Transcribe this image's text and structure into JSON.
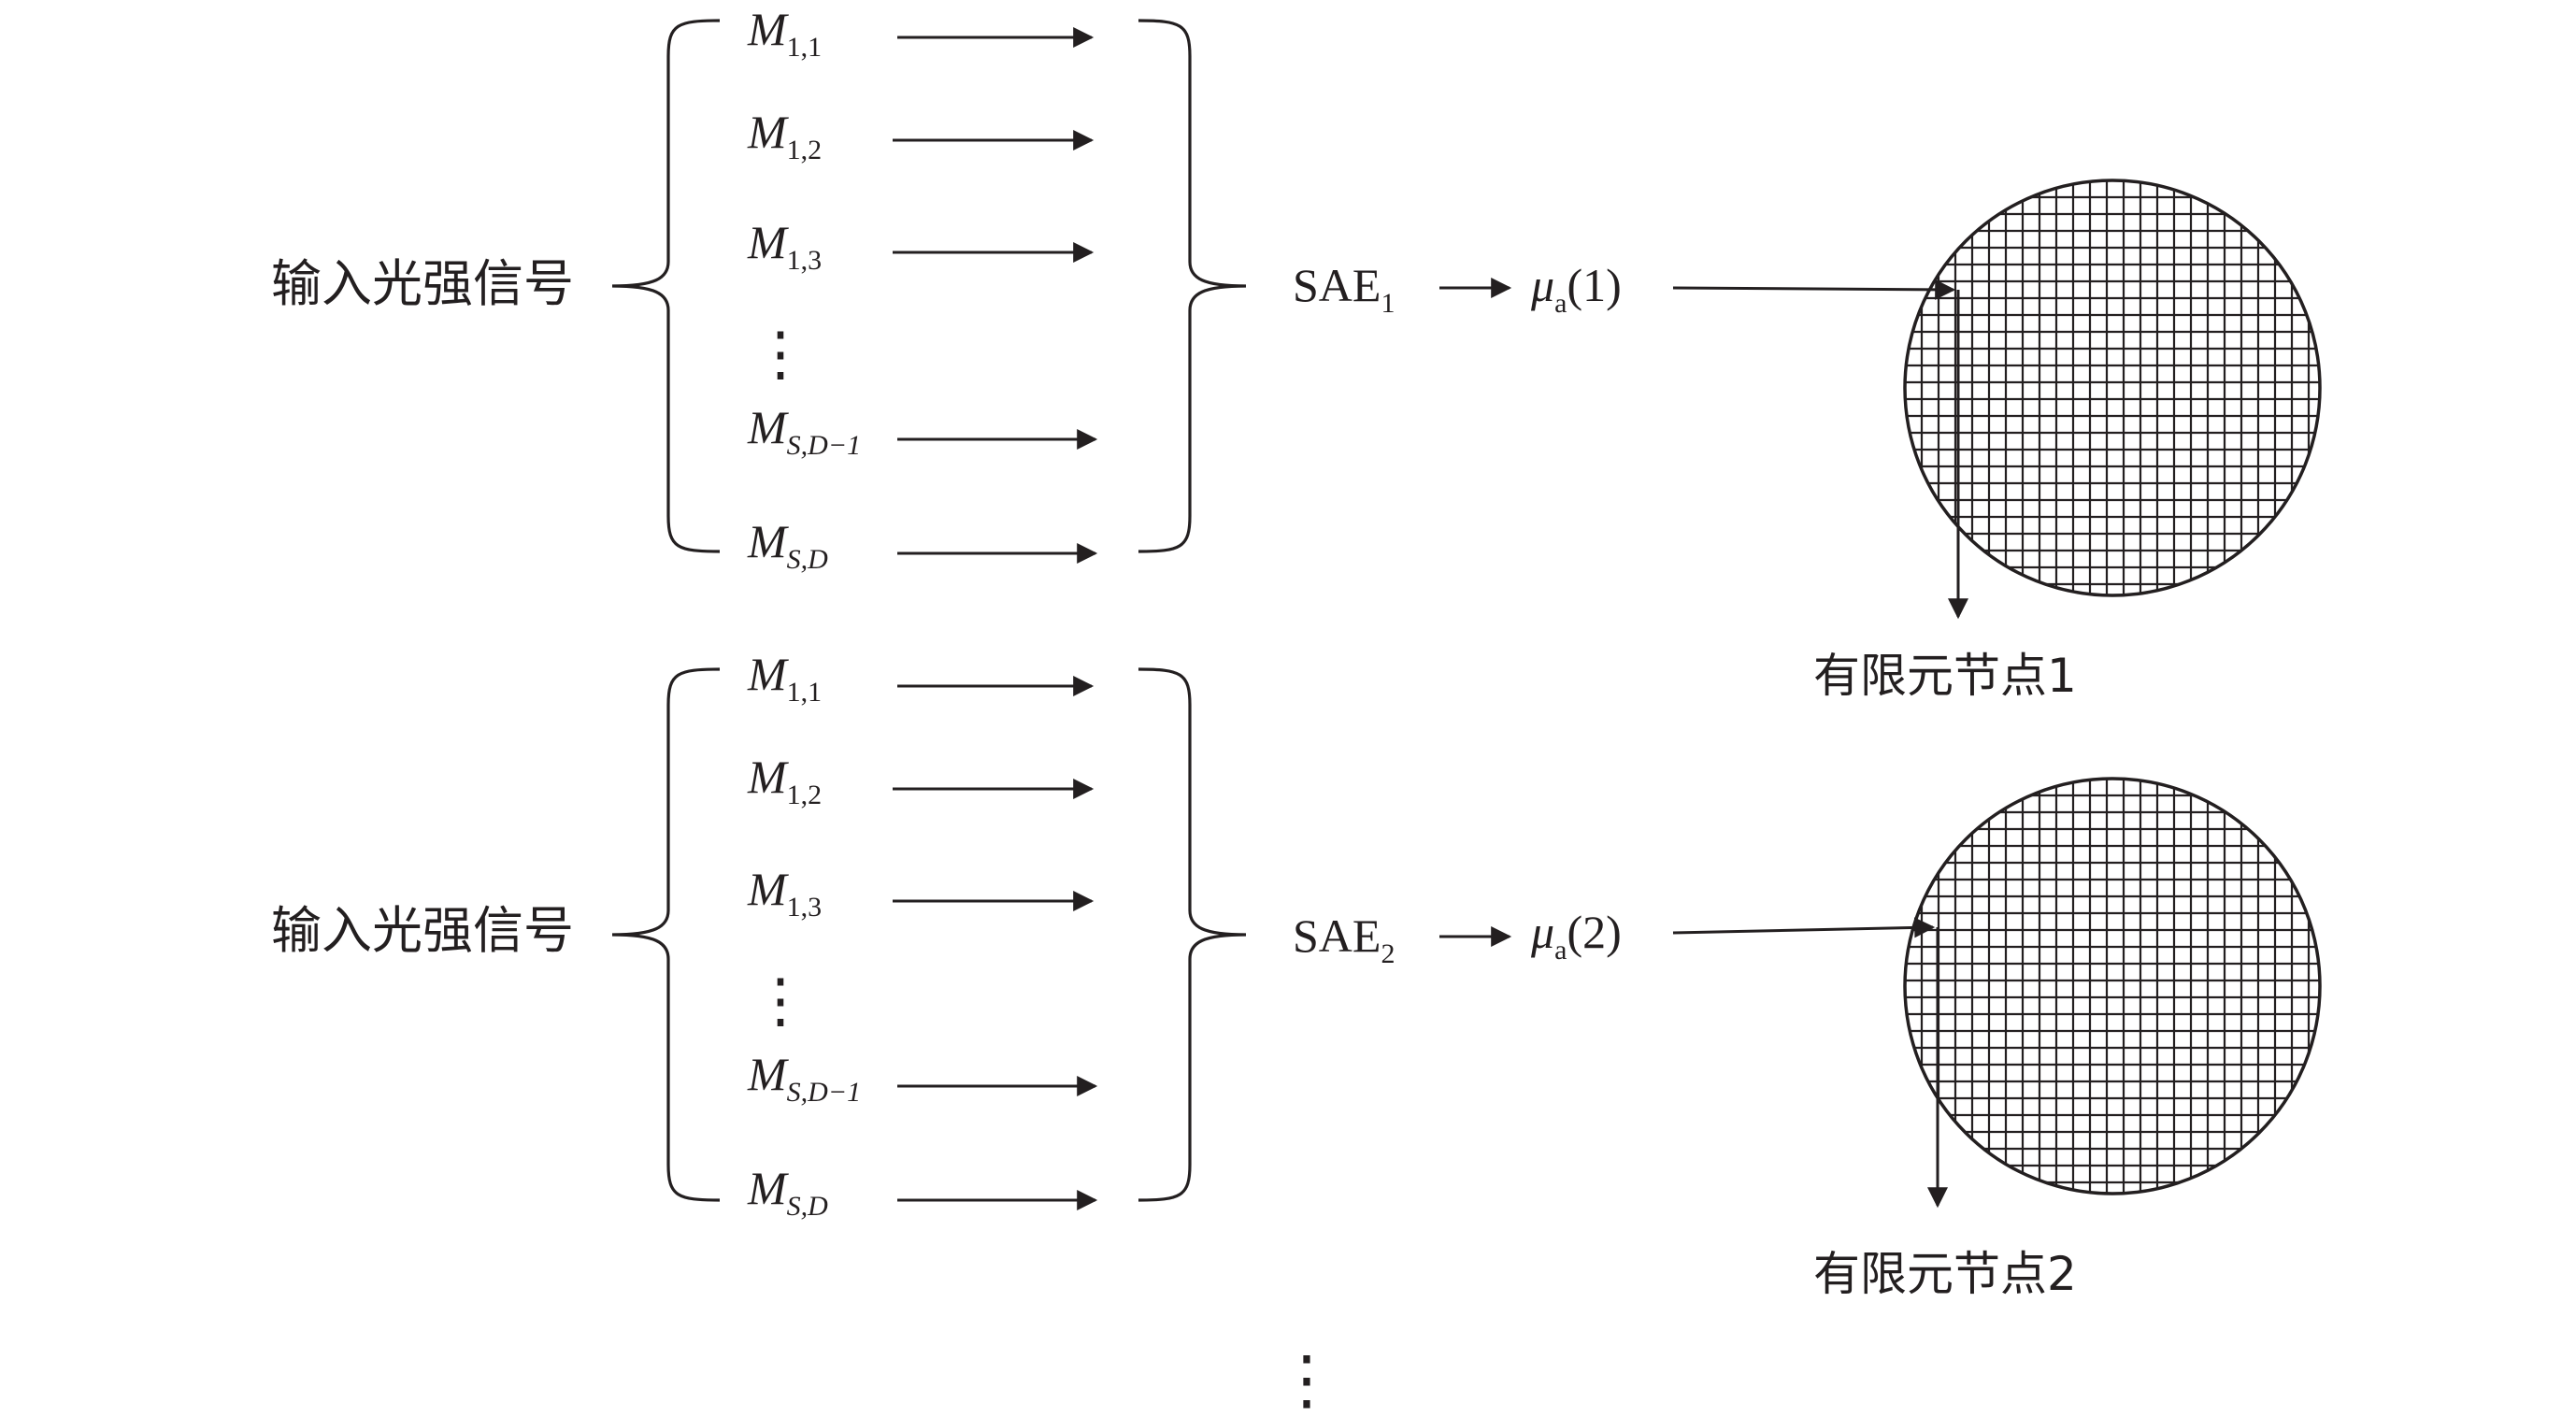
{
  "blocks": [
    {
      "input_label": "输入光强信号",
      "measurements": [
        {
          "base": "M",
          "sub": "1,1"
        },
        {
          "base": "M",
          "sub": "1,2"
        },
        {
          "base": "M",
          "sub": "1,3"
        },
        {
          "base": "⋮",
          "sub": ""
        },
        {
          "base": "M",
          "sub": "S,D−1"
        },
        {
          "base": "M",
          "sub": "S,D"
        }
      ],
      "sae": {
        "base": "SAE",
        "sub": "1"
      },
      "mu": {
        "base": "μ",
        "sub": "a",
        "arg": "(1)"
      },
      "node_label": "有限元节点1"
    },
    {
      "input_label": "输入光强信号",
      "measurements": [
        {
          "base": "M",
          "sub": "1,1"
        },
        {
          "base": "M",
          "sub": "1,2"
        },
        {
          "base": "M",
          "sub": "1,3"
        },
        {
          "base": "⋮",
          "sub": ""
        },
        {
          "base": "M",
          "sub": "S,D−1"
        },
        {
          "base": "M",
          "sub": "S,D"
        }
      ],
      "sae": {
        "base": "SAE",
        "sub": "2"
      },
      "mu": {
        "base": "μ",
        "sub": "a",
        "arg": "(2)"
      },
      "node_label": "有限元节点2"
    }
  ],
  "continuation": "⋮",
  "colors": {
    "ink": "#231f20",
    "background": "#ffffff"
  }
}
